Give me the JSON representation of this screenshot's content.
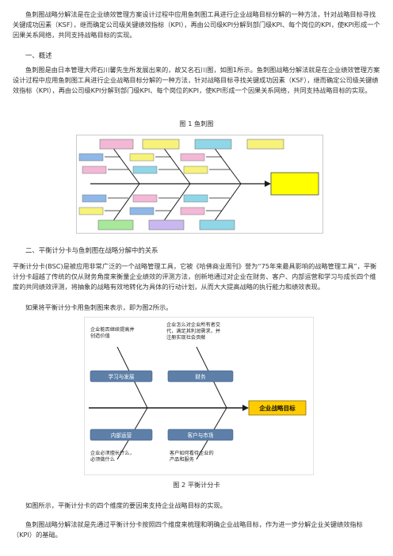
{
  "intro": "鱼刺图战略分解法是在企业绩效管理方案设计过程中应用鱼刺图工具进行企业战略目标分解的一种方法，针对战略目标寻找关键成功因素（KSF），继而确定公司级关键绩效指标（KPI），再由公司级KPI分解到部门级KPI、每个岗位的KPI，使KPI形成一个因果关系网络，共同支持战略目标的实现。",
  "section1": {
    "heading": "一、概述",
    "body": "鱼刺图是由日本管理大师石川馨先生所发展出来的，故又名石川图，如图1所示。鱼刺图战略分解法就是在企业绩效管理方案设计过程中应用鱼刺图工具进行企业战略目标分解的一种方法，针对战略目标寻找关键成功因素（KSF），继而确定公司级关键绩效指标（KPI），再由公司级KPI分解到部门级KPI、每个岗位的KPI，使KPI形成一个因果关系网络，共同支持战略目标的实现。",
    "figure_caption": "图 1  鱼刺图"
  },
  "section2": {
    "heading": "二、平衡计分卡与鱼刺图在战略分解中的关系",
    "body": "平衡计分卡(BSC)是被应用非常广泛的一个战略管理工具，它被《哈佛商业周刊》誉为“75年来最具影响的战略管理工具”，平衡计分卡超越了传统的仅从财务角度来衡量企业绩效的评测方法，创新地通过对企业在财务、客户、内部运营和学习与成长四个维度的共同绩效评测，将抽象的战略有效地转化为具体的行动计划，从而大大提高战略的执行能力和绩效表现。",
    "lead": "如果将平衡计分卡用鱼刺图来表示，即为图2所示。",
    "figure_caption": "图 2  平衡计分卡",
    "after": "如图所示，平衡计分卡的四个维度的要因来支持企业战略目标的实现。",
    "closing": "鱼刺图战略分解法就是先通过平衡计分卡按照四个维度来梳理和明确企业战略目标，作为进一步分解企业关键绩效指标（KPI）的基础。"
  },
  "figure2": {
    "boxes": {
      "learning": "学习与发展",
      "finance": "财务",
      "internal": "内部运营",
      "customer": "客户与市场",
      "goal": "企业战略目标"
    },
    "notes": {
      "learning_l1": "企业能否继续提高并",
      "learning_l2": "创造价值",
      "finance_l1": "企业怎么对企业所有者交",
      "finance_l2": "代，满足其利润需求，并",
      "finance_l3": "注册实现社会贡献",
      "internal_l1": "企业必须擅长什么，",
      "internal_l2": "必须做什么",
      "customer_l1": "客户如何看待企业的",
      "customer_l2": "产品和服务"
    }
  },
  "colors": {
    "text": "#333333",
    "box_blue": "#5d7fa8",
    "goal_yellow": "#ffcc00",
    "spine": "#1a1a1a"
  }
}
